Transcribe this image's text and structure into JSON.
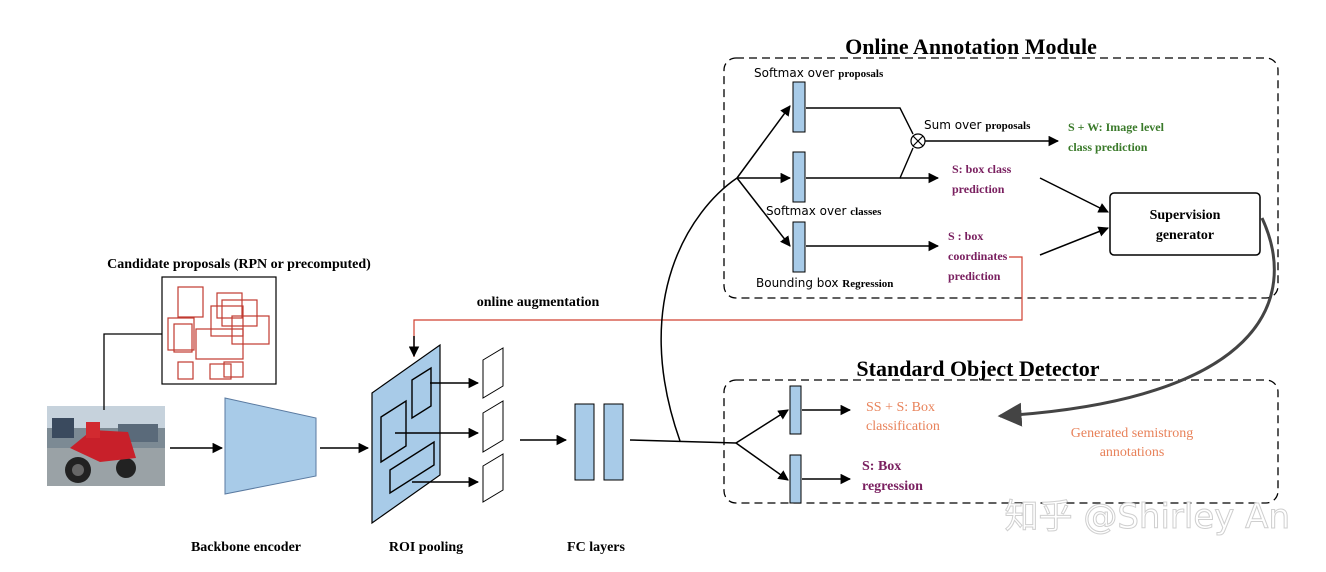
{
  "labels": {
    "online_module_title": "Online Annotation Module",
    "standard_detector_title": "Standard Object Detector",
    "candidate_proposals": "Candidate proposals (RPN or precomputed)",
    "online_augmentation": "online augmentation",
    "backbone_encoder": "Backbone encoder",
    "roi_pooling": "ROI pooling",
    "fc_layers": "FC layers",
    "softmax_proposals_a": "Softmax over",
    "softmax_proposals_b": "proposals",
    "softmax_classes_a": "Softmax over",
    "softmax_classes_b": "classes",
    "bbox_regression_a": "Bounding box",
    "bbox_regression_b": "Regression",
    "sum_over_a": "Sum over",
    "sum_over_b": "proposals",
    "image_level_line1": "S + W: Image level",
    "image_level_line2": "class prediction",
    "box_class_line1": "S: box class",
    "box_class_line2": "prediction",
    "box_coord_line1": "S : box",
    "box_coord_line2": "coordinates",
    "box_coord_line3": "prediction",
    "supervision_line1": "Supervision",
    "supervision_line2": "generator",
    "box_classification_line1": "SS + S: Box",
    "box_classification_line2": "classification",
    "box_regression_line1": "S: Box",
    "box_regression_line2": "regression",
    "generated_line1": "Generated semistrong",
    "generated_line2": "annotations",
    "watermark": "知乎 @Shirley An"
  },
  "colors": {
    "block_fill": "#a8cbe8",
    "green_text": "#3a7a2a",
    "purple_text": "#7a2060",
    "orange_text": "#e8825a",
    "red_line": "#d04030",
    "watermark": "#d8d8d8"
  }
}
